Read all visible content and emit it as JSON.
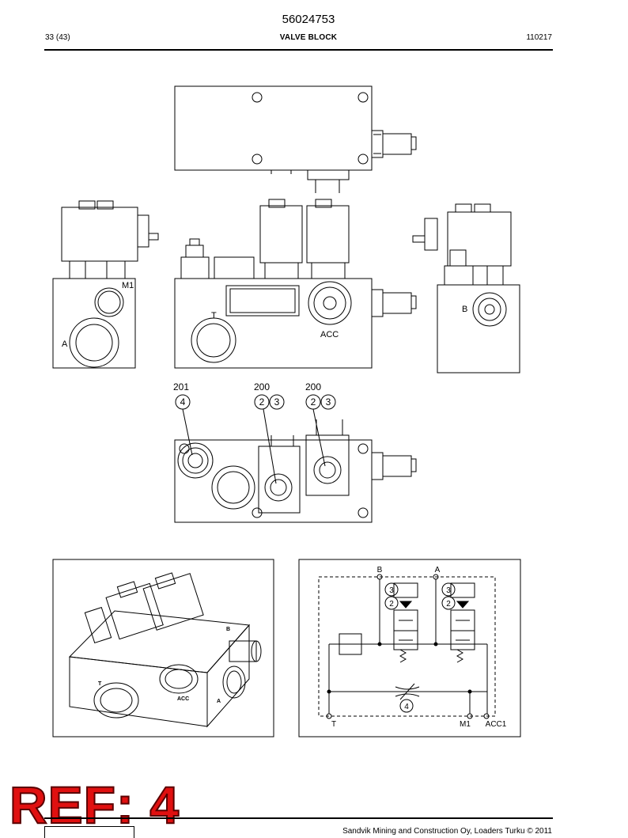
{
  "header": {
    "doc_number": "56024753",
    "page": "33 (43)",
    "title": "VALVE BLOCK",
    "date": "110217"
  },
  "labels": {
    "m1": "M1",
    "a": "A",
    "t": "T",
    "acc": "ACC",
    "b": "B"
  },
  "callouts": [
    {
      "number": "201",
      "items": [
        "4"
      ]
    },
    {
      "number": "200",
      "items": [
        "2",
        "3"
      ]
    },
    {
      "number": "200",
      "items": [
        "2",
        "3"
      ]
    }
  ],
  "iso_labels": {
    "t": "T",
    "acc": "ACC",
    "a": "A",
    "b": "B"
  },
  "schematic": {
    "port_b": "B",
    "port_a": "A",
    "port_t": "T",
    "port_m1": "M1",
    "port_acc1": "ACC1",
    "valve1_items": [
      "3",
      "2"
    ],
    "valve2_items": [
      "3",
      "2"
    ],
    "throttle_item": "4"
  },
  "stamp": "REF: 4",
  "footer": {
    "copyright": "Sandvik Mining and Construction Oy, Loaders Turku © 2011"
  }
}
